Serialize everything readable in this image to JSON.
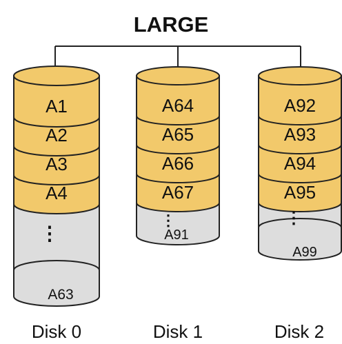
{
  "title": "LARGE",
  "colors": {
    "block_fill": "#f2c96b",
    "gray_fill": "#dddddd",
    "stroke": "#222222",
    "text": "#111111"
  },
  "disks": [
    {
      "label": "Disk 0",
      "blocks": [
        "A1",
        "A2",
        "A3",
        "A4"
      ],
      "ellipsis": "⋮",
      "last": "A63"
    },
    {
      "label": "Disk 1",
      "blocks": [
        "A64",
        "A65",
        "A66",
        "A67"
      ],
      "ellipsis": "⋮",
      "last": "A91"
    },
    {
      "label": "Disk 2",
      "blocks": [
        "A92",
        "A93",
        "A94",
        "A95"
      ],
      "ellipsis": "⋮",
      "last": "A99"
    }
  ]
}
